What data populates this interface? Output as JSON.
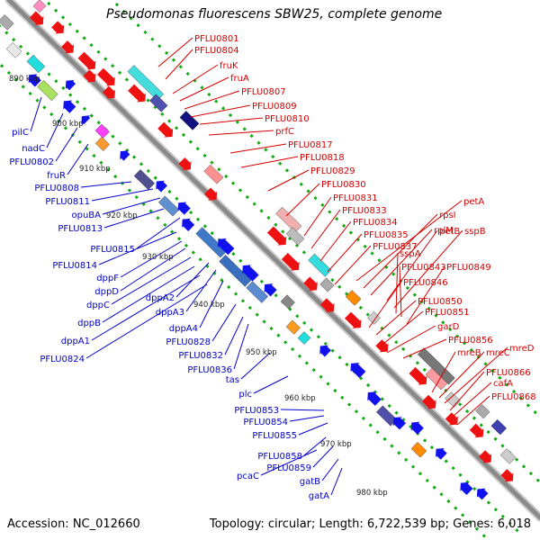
{
  "title": "Pseudomonas fluorescens SBW25, complete genome",
  "accession": "Accession: NC_012660",
  "summary": "Topology: circular; Length: 6,722,539 bp; Genes: 6,018",
  "colors": {
    "forward_label": "#d40000",
    "reverse_label": "#0000cc",
    "backbone": "#8a8a8a",
    "marker": "#11aa11",
    "cds_forward": "#ee1111",
    "cds_reverse": "#1111ee"
  },
  "kbp_ticks": [
    {
      "label": "890 kbp"
    },
    {
      "label": "900 kbp"
    },
    {
      "label": "910 kbp"
    },
    {
      "label": "920 kbp"
    },
    {
      "label": "930 kbp"
    },
    {
      "label": "940 kbp"
    },
    {
      "label": "950 kbp"
    },
    {
      "label": "960 kbp"
    },
    {
      "label": "970 kbp"
    },
    {
      "label": "980 kbp"
    }
  ],
  "forward_genes": [
    "PFLU0801",
    "PFLU0804",
    "fruK",
    "fruA",
    "PFLU0807",
    "PFLU0809",
    "PFLU0810",
    "prfC",
    "PFLU0817",
    "PFLU0818",
    "PFLU0829",
    "PFLU0830",
    "PFLU0831",
    "PFLU0833",
    "PFLU0834",
    "PFLU0835",
    "PFLU0837",
    "petA",
    "rpsI",
    "rplM",
    "petB",
    "sspB",
    "sspA",
    "PFLU0843",
    "PFLU0849",
    "PFLU0846",
    "PFLU0850",
    "PFLU0851",
    "garD",
    "PFLU0856",
    "mreB",
    "mreC",
    "mreD",
    "PFLU0866",
    "cafA",
    "PFLU0868"
  ],
  "reverse_genes": [
    "pilC",
    "nadC",
    "PFLU0802",
    "fruR",
    "PFLU0808",
    "PFLU0811",
    "opuBA",
    "PFLU0813",
    "PFLU0815",
    "PFLU0814",
    "dppF",
    "dppD",
    "dppC",
    "dppB",
    "dppA1",
    "PFLU0824",
    "dppA2",
    "dppA3",
    "dppA4",
    "PFLU0828",
    "PFLU0832",
    "PFLU0836",
    "tas",
    "plc",
    "PFLU0853",
    "PFLU0854",
    "PFLU0855",
    "PFLU0858",
    "PFLU0859",
    "pcaC",
    "gatB",
    "gatA"
  ]
}
